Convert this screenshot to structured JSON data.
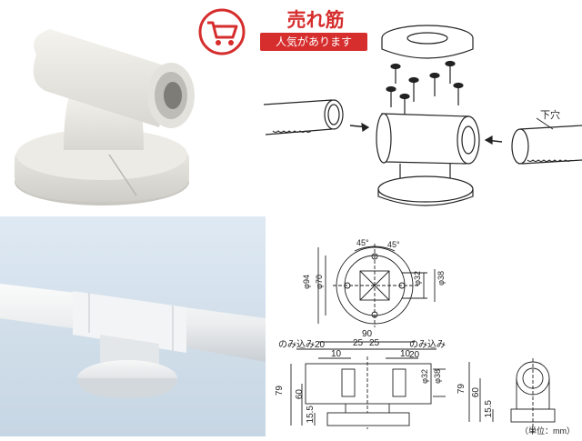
{
  "badge": {
    "title": "売れ筋",
    "subtitle": "人気があります",
    "cart_icon": "shopping-cart-icon",
    "accent_color": "#d62d2d"
  },
  "exploded": {
    "hole_label": "下穴"
  },
  "top_view": {
    "angle_left": "45°",
    "angle_right": "45°",
    "dia_outer": "φ94",
    "dia_inner": "φ70",
    "dia_pipe1": "φ32",
    "dia_pipe2": "φ38"
  },
  "front_view": {
    "width_total": "90",
    "insert_left": "のみ込み20",
    "insert_right": "のみ込み20",
    "half_left": "25",
    "half_right": "25",
    "stop_left": "10",
    "stop_right": "10",
    "height_total": "79",
    "height_center": "60",
    "height_base": "15.5",
    "dia_pipe1": "φ32",
    "dia_pipe2": "φ38"
  },
  "side_view": {
    "height_total": "79",
    "height_center": "60",
    "height_base": "15.5"
  },
  "footer": {
    "unit_note": "（単位：mm）"
  }
}
